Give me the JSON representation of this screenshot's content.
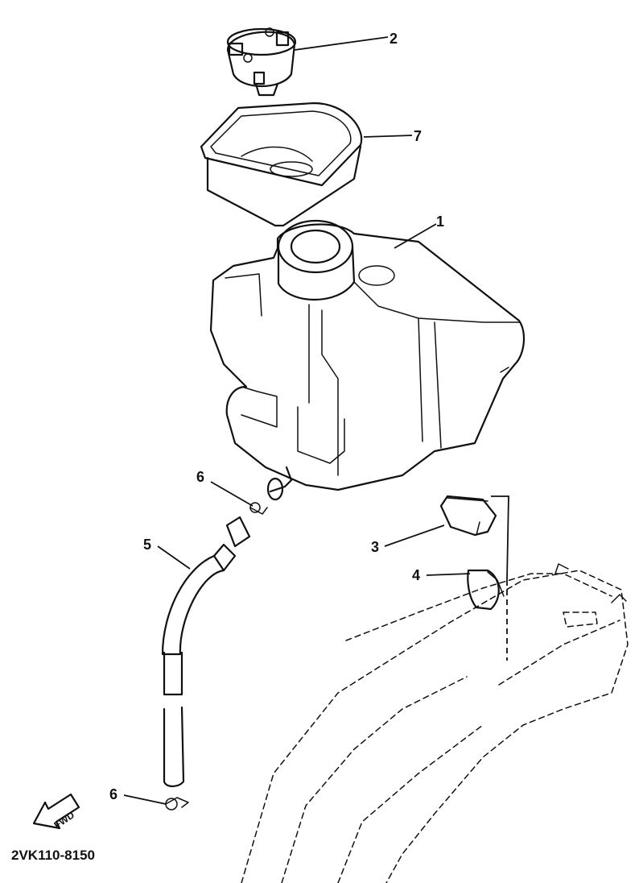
{
  "callouts": [
    {
      "id": "1",
      "label": "1"
    },
    {
      "id": "2",
      "label": "2"
    },
    {
      "id": "3",
      "label": "3"
    },
    {
      "id": "4",
      "label": "4"
    },
    {
      "id": "5",
      "label": "5"
    },
    {
      "id": "6a",
      "label": "6"
    },
    {
      "id": "6b",
      "label": "6"
    },
    {
      "id": "7",
      "label": "7"
    }
  ],
  "fwd_label": "FWD",
  "part_code": "2VK110-8150"
}
